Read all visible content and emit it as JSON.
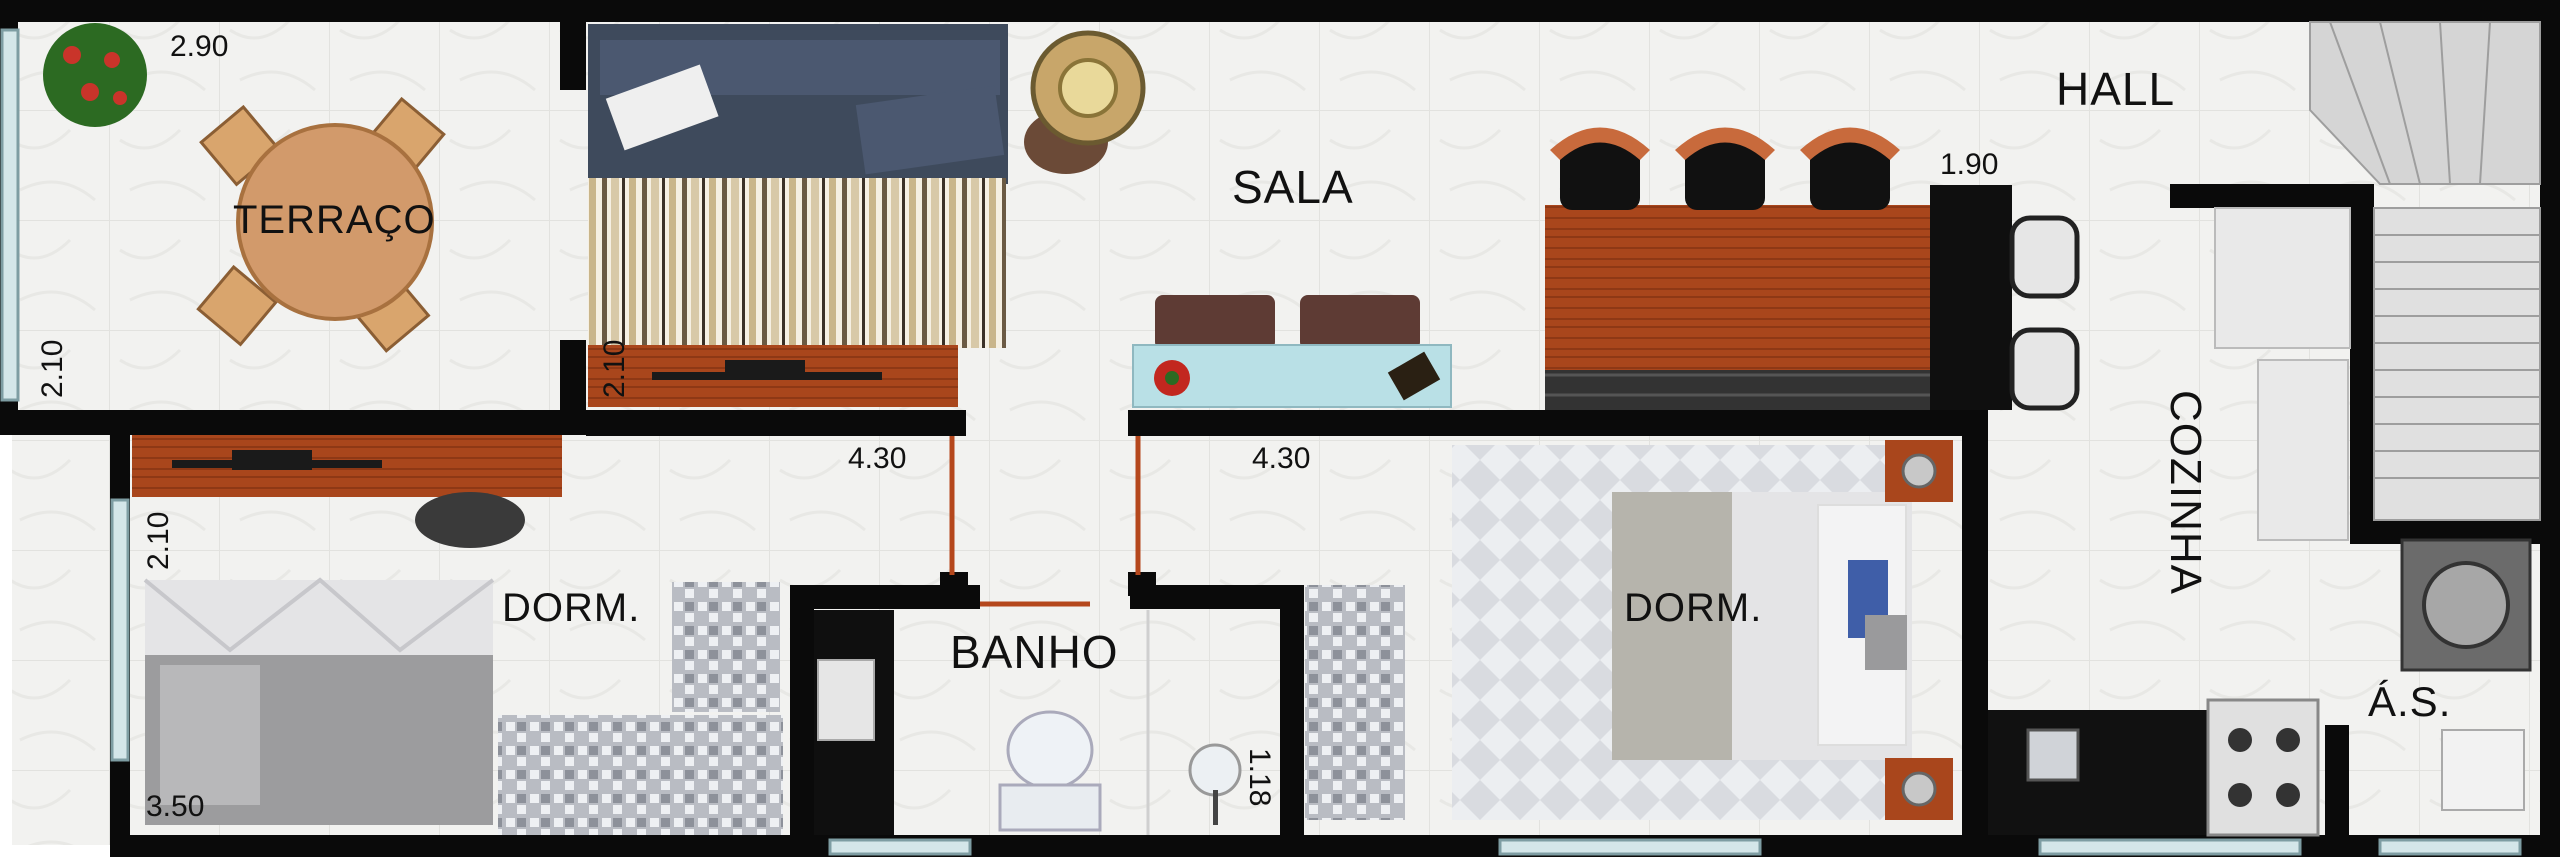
{
  "rooms": {
    "terraco": "TERRAÇO",
    "sala": "SALA",
    "hall": "HALL",
    "cozinha": "COZINHA",
    "dorm_left": "DORM.",
    "dorm_right": "DORM.",
    "banho": "BANHO",
    "area_servico": "Á.S."
  },
  "dimensions": {
    "terraco_width": "2.90",
    "terraco_depth": "2.10",
    "sala_depth": "2.10",
    "dorm_left_width": "4.30",
    "dorm_right_width": "4.30",
    "dorm_left_depth": "2.10",
    "dorm_left_length": "3.50",
    "hall_width": "1.90",
    "banho_width": "1.18"
  },
  "colors": {
    "wall": "#0a0a0a",
    "floor": "#f1f1ef",
    "wood": "#a9461c",
    "sofa": "#3e4a5c",
    "door": "#b5471c"
  }
}
